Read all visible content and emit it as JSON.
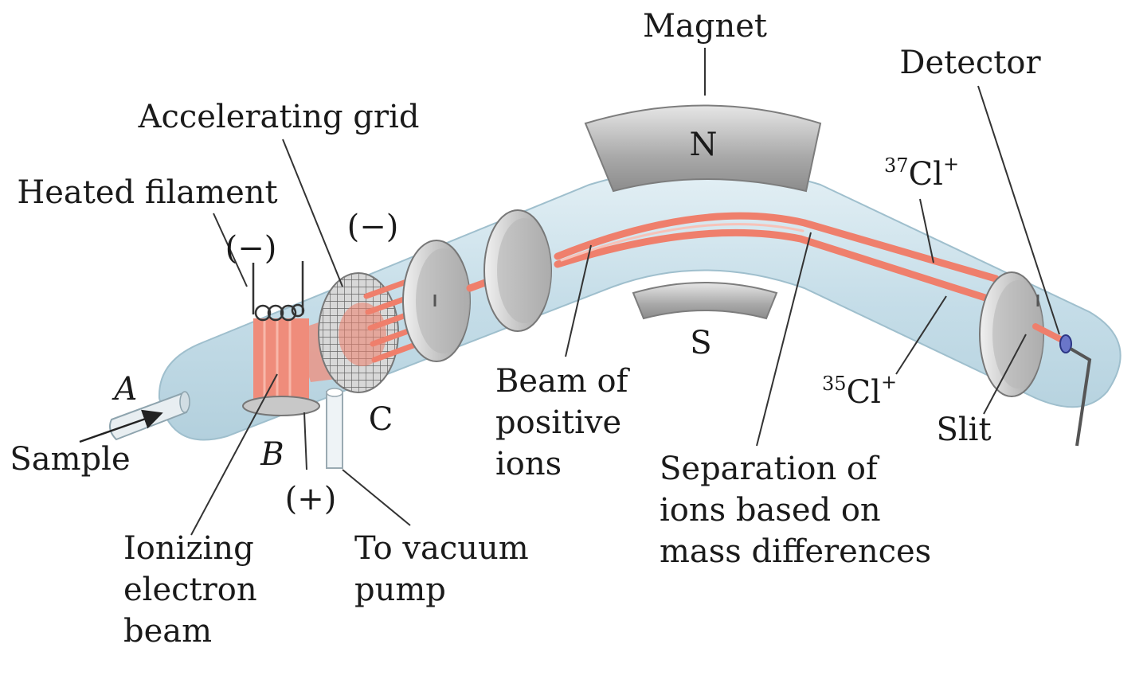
{
  "labels": {
    "magnet": "Magnet",
    "detector": "Detector",
    "accelerating_grid": "Accelerating grid",
    "heated_filament": "Heated filament",
    "minus_filament": "(−)",
    "minus_grid": "(−)",
    "plus": "(+)",
    "north": "N",
    "south": "S",
    "cl37_mass": "37",
    "cl37_symbol": "Cl",
    "cl37_charge": "+",
    "cl35_mass": "35",
    "cl35_symbol": "Cl",
    "cl35_charge": "+",
    "point_a": "A",
    "point_b": "B",
    "point_c": "C",
    "sample": "Sample",
    "beam_line1": "Beam of",
    "beam_line2": "positive",
    "beam_line3": "ions",
    "separation_line1": "Separation of",
    "separation_line2": "ions based on",
    "separation_line3": "mass differences",
    "slit": "Slit",
    "ionizing_line1": "Ionizing",
    "ionizing_line2": "electron",
    "ionizing_line3": "beam",
    "vacuum_line1": "To vacuum",
    "vacuum_line2": "pump"
  },
  "colors": {
    "tube": "#cfe3ec",
    "tube_edge": "#a9c6d3",
    "beam": "#ef7f6c",
    "magnet": "#b8b8b8",
    "disc": "#c9c9c9"
  }
}
